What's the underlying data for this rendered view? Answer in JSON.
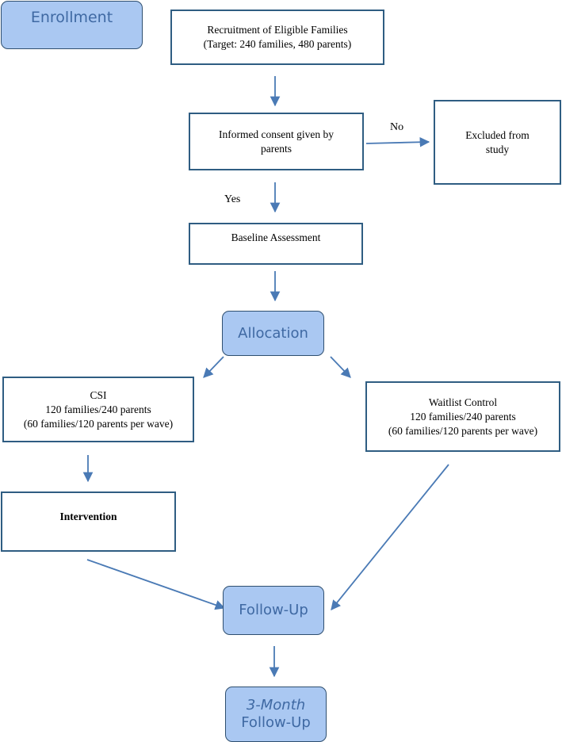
{
  "enrollment": "Enrollment",
  "recruitment": {
    "line1": "Recruitment of Eligible Families",
    "line2": "(Target: 240 families, 480 parents)"
  },
  "consent": {
    "line1": "Informed consent given by",
    "line2": "parents"
  },
  "excluded": {
    "line1": "Excluded from",
    "line2": "study"
  },
  "no_label": "No",
  "yes_label": "Yes",
  "baseline": "Baseline Assessment",
  "allocation": "Allocation",
  "csi": {
    "line1": "CSI",
    "line2": "120 families/240 parents",
    "line3": "(60 families/120 parents per wave)"
  },
  "waitlist": {
    "line1": "Waitlist Control",
    "line2": "120 families/240 parents",
    "line3": "(60 families/120 parents per wave)"
  },
  "intervention": "Intervention",
  "followup": "Follow-Up",
  "three_month": {
    "line1": "3-Month",
    "line2": "Follow-Up"
  },
  "colors": {
    "arrow": "#4a7ab5",
    "box_border": "#2f5d82",
    "pill_fill": "#aac8f2",
    "pill_text": "#3f69a3"
  }
}
